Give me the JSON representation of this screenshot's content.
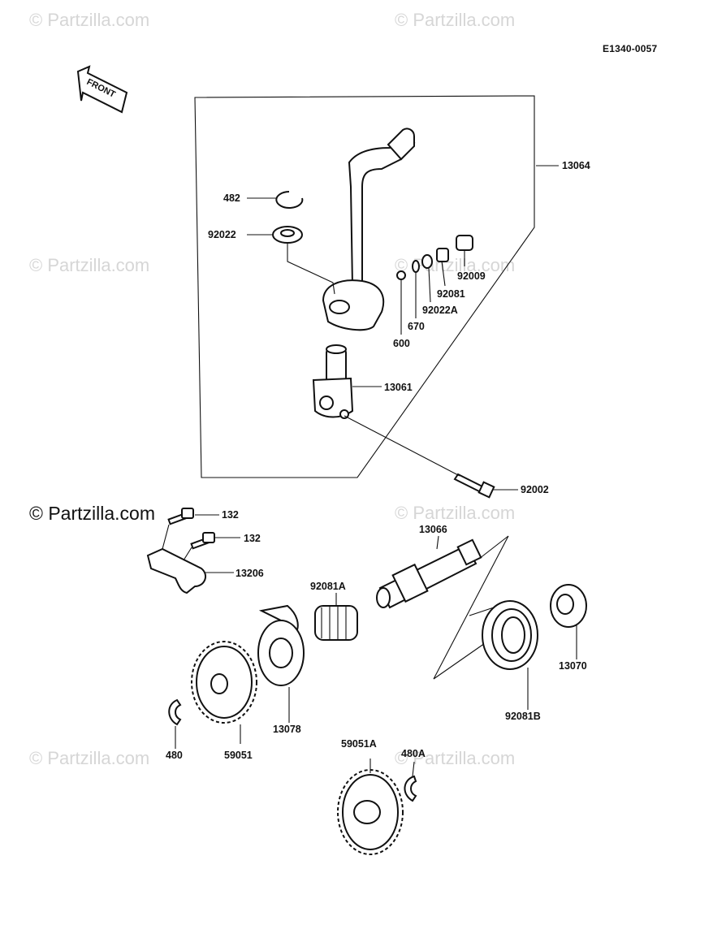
{
  "header": {
    "diagram_code": "E1340-0057",
    "front_label": "FRONT"
  },
  "watermarks": {
    "text": "© Partzilla.com",
    "text_dark": "© Partzilla.com"
  },
  "parts": {
    "p13064": "13064",
    "p482": "482",
    "p92022": "92022",
    "p92009": "92009",
    "p92081": "92081",
    "p92022A": "92022A",
    "p670": "670",
    "p600": "600",
    "p13061": "13061",
    "p92002": "92002",
    "p132a": "132",
    "p132b": "132",
    "p13206": "13206",
    "p13066": "13066",
    "p92081A": "92081A",
    "p13070": "13070",
    "p92081B": "92081B",
    "p13078": "13078",
    "p59051": "59051",
    "p480": "480",
    "p59051A": "59051A",
    "p480A": "480A"
  }
}
